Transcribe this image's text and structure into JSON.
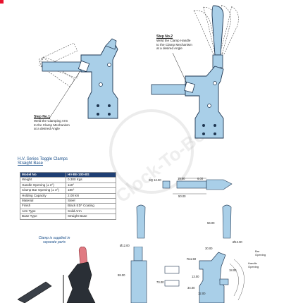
{
  "step1": {
    "title": "Step No.1",
    "lines": [
      "Weld the Clamping Arm",
      "to the Clamp Mechanism",
      "at a desired Angle"
    ]
  },
  "step2": {
    "title": "Step No.2",
    "lines": [
      "Weld the Clamp Handle",
      "to the Clamp Mechanism",
      "at a desired Angle"
    ]
  },
  "series": {
    "title": "H.V. Series Toggle Clamps",
    "subtitle": "Straight Base"
  },
  "spec_table": {
    "header": [
      "Model No",
      "HV-BII-100-BS"
    ],
    "rows": [
      [
        "Weight",
        "0.300 Kgs"
      ],
      [
        "Handle Opening (± 3°)",
        "110°"
      ],
      [
        "Clamp Bar Opening (± 3°)",
        "180°"
      ],
      [
        "Holding Capacity",
        "2.00 kN"
      ],
      [
        "Material",
        "Steel"
      ],
      [
        "Finish",
        "Black ED* Coating"
      ],
      [
        "Arm Type",
        "Solid Arm"
      ],
      [
        "Base Type",
        "Straight Base"
      ]
    ]
  },
  "clamp_note": [
    "Clamp is supplied in",
    "separate parts"
  ],
  "watermark": "Clock-To-Box",
  "dimensions": {
    "sq": "SQ 12.00",
    "d15": "15.00",
    "d6": "6.00",
    "d50": "50.00",
    "d56": "56.00",
    "phi12_left": "Ø12.00",
    "phi12_right": "Ø12.00",
    "d98": "98.00",
    "d70": "70.00",
    "r115": "R11.50",
    "d30": "30.00",
    "d18": "18.00",
    "d13": "13.00",
    "d34": "34.00",
    "d12": "12.00",
    "bar_opening": "Bar\nOpening",
    "handle_opening": "Handle\nOpening"
  },
  "colors": {
    "part_fill": "#a9cfe8",
    "part_stroke": "#1e3550",
    "table_header": "#1f3f73",
    "accent_red": "#e8112d",
    "title_blue": "#1a4f8a",
    "handle_red": "#e07a82"
  }
}
